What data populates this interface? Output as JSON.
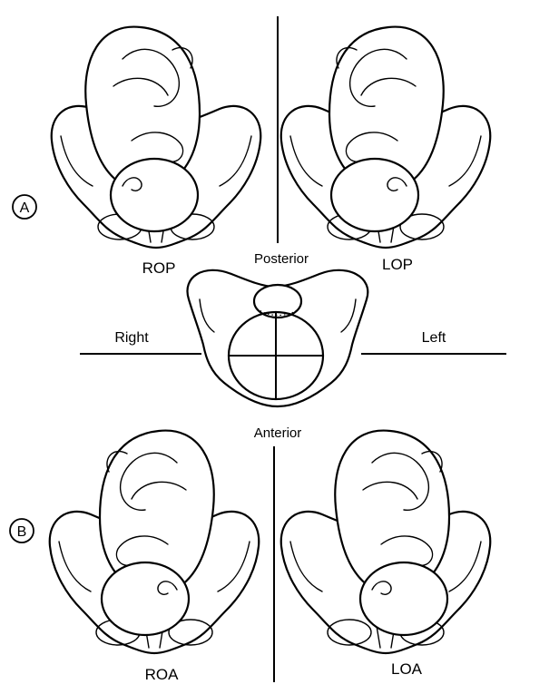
{
  "labels": {
    "posterior": "Posterior",
    "anterior": "Anterior",
    "right": "Right",
    "left": "Left"
  },
  "panel_markers": [
    "A",
    "B"
  ],
  "positions": [
    {
      "caption": "ROP"
    },
    {
      "caption": "LOP"
    },
    {
      "caption": "ROA"
    },
    {
      "caption": "LOA"
    }
  ]
}
